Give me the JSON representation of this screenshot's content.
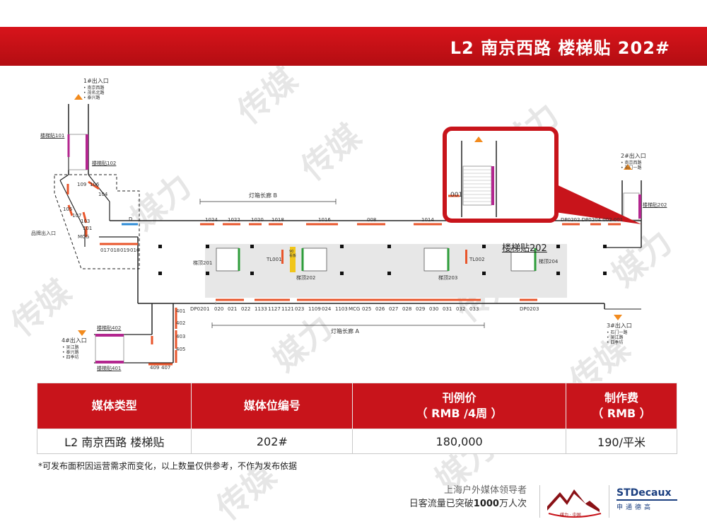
{
  "header": {
    "title": "L2 南京西路 楼梯贴 202#"
  },
  "watermark": {
    "text": "传媒",
    "text2": "媒力",
    "dot": "•"
  },
  "plan": {
    "exits": [
      {
        "id": "exit1",
        "title": "1#出入口",
        "roads": [
          "• 南京西路",
          "• 茂名北路",
          "• 泰兴路"
        ]
      },
      {
        "id": "exit2",
        "title": "2#出入口",
        "roads": [
          "• 南京西路",
          "• 石门一路"
        ]
      },
      {
        "id": "exit3",
        "title": "3#出入口",
        "roads": [
          "• 石门一路",
          "• 吴江路",
          "• 四季坊"
        ]
      },
      {
        "id": "exit4",
        "title": "4#出入口",
        "roads": [
          "• 吴江路",
          "• 泰兴路",
          "• 四季坊"
        ]
      }
    ],
    "labels": {
      "stair101": "楼梯贴101",
      "stair102": "楼梯贴102",
      "stair402": "楼梯贴402",
      "stair401": "楼梯贴401",
      "stair202": "楼梯贴202",
      "lightbox_b": "灯箱长廊 B",
      "lightbox_a": "灯箱长廊 A",
      "brand_exit": "品牌出入口",
      "mcg": "MCG",
      "d": "D",
      "escalators": [
        "梯顶201",
        "梯顶202",
        "梯顶203",
        "梯顶204"
      ],
      "tl001": "TL001",
      "tl002": "TL002",
      "kiosk": "90看板",
      "dp_top": "DP0202 DP0204 002  001",
      "dp0201": "DP0201",
      "dp0203": "DP0203",
      "inset_fragment": "001"
    },
    "top_codes": [
      "1024",
      "1022",
      "1020",
      "1018",
      "1016",
      "008",
      "1014"
    ],
    "bottom_codes": [
      "020",
      "021",
      "022",
      "1133",
      "1127",
      "1121",
      "023",
      "1109",
      "024",
      "1103",
      "MCG",
      "025",
      "026",
      "027",
      "028",
      "029",
      "030",
      "031",
      "032",
      "033"
    ],
    "left_codes": [
      "109",
      "106",
      "104",
      "105",
      "107",
      "103",
      "101"
    ],
    "concourse_codes": [
      "017",
      "018",
      "019",
      "016"
    ],
    "exit4_codes": [
      "401",
      "402",
      "403",
      "405",
      "409",
      "407"
    ]
  },
  "table": {
    "headers": [
      "媒体类型",
      "媒体位编号",
      "刊例价",
      "制作费"
    ],
    "subheaders": [
      "",
      "",
      "（ RMB /4周 ）",
      "（ RMB ）"
    ],
    "rows": [
      {
        "type": "L2 南京西路 楼梯贴",
        "code": "202#",
        "price": "180,000",
        "fee": "190/平米"
      }
    ]
  },
  "note": "*可发布面积因运营需求而变化，以上数量仅供参考，不作为发布依据",
  "footer": {
    "line1": "上海户外媒体领导者",
    "line2_pre": "日客流量已突破",
    "line2_bold": "1000",
    "line2_post": "万人次",
    "brand1": "媒力 · 中国",
    "brand2": "STDecaux",
    "brand2_sub": "申通德高"
  },
  "colors": {
    "accent_red": "#c8141b",
    "stair_magenta": "#b3268f",
    "media_orange": "#e8552b",
    "escalator_green": "#2e9d3a",
    "pillar": "#111111"
  }
}
